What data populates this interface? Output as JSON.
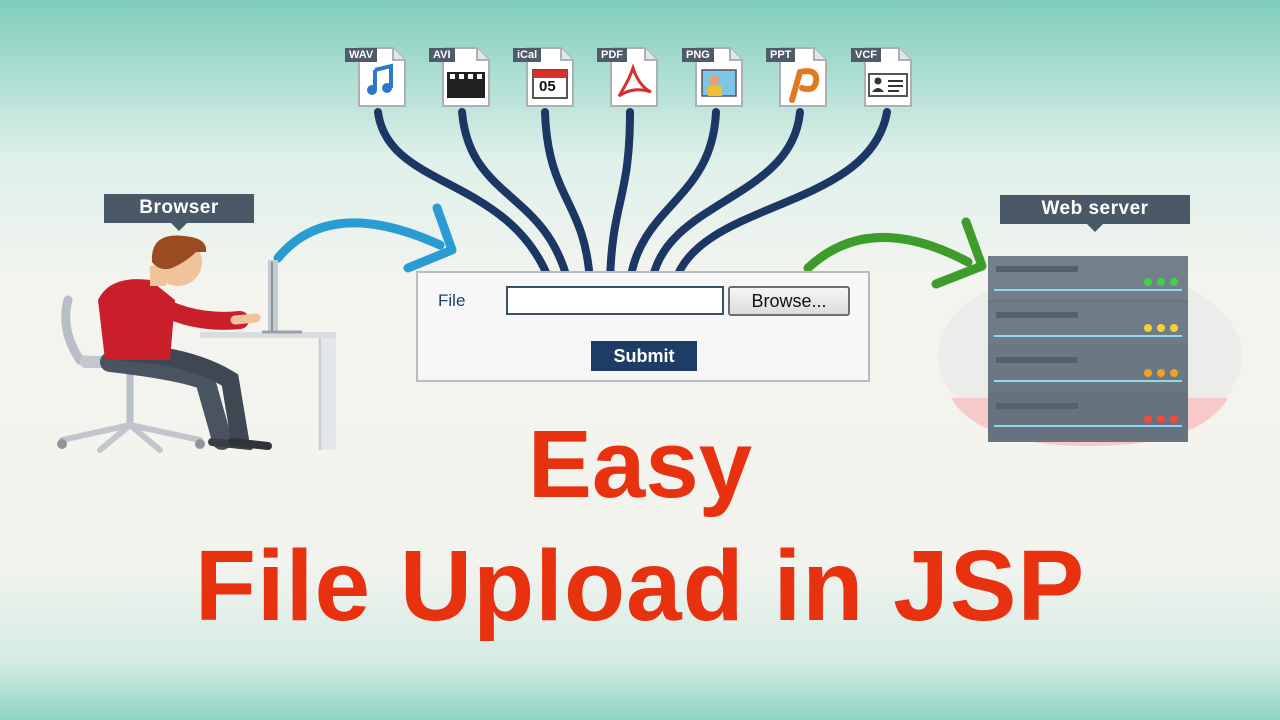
{
  "callouts": {
    "browser": "Browser",
    "server": "Web server"
  },
  "file_types": [
    "WAV",
    "AVI",
    "iCal",
    "PDF",
    "PNG",
    "PPT",
    "VCF"
  ],
  "ical_day": "05",
  "form": {
    "file_label": "File",
    "browse_label": "Browse...",
    "submit_label": "Submit"
  },
  "title": {
    "line1": "Easy",
    "line2": "File Upload in JSP"
  },
  "colors": {
    "title": "#e8310f",
    "wire": "#1d3764",
    "arrow_blue": "#2a9cd4",
    "arrow_green": "#3e9d2a",
    "server": "#6a7582"
  },
  "icons": [
    "wav-file-icon",
    "avi-file-icon",
    "ical-file-icon",
    "pdf-file-icon",
    "png-file-icon",
    "ppt-file-icon",
    "vcf-file-icon",
    "person-at-desk-illustration",
    "server-rack-icon"
  ]
}
